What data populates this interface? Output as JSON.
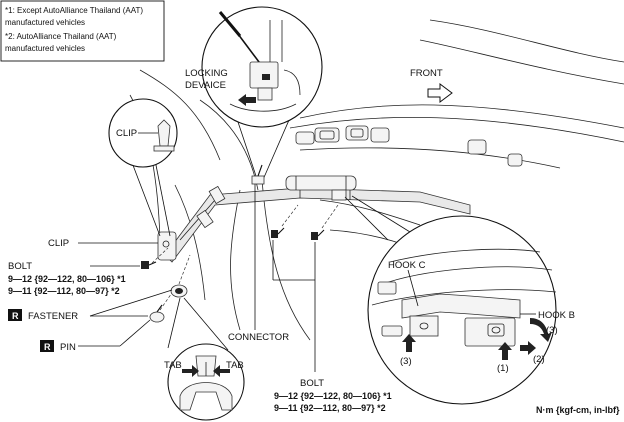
{
  "notes": {
    "line1": "*1: Except AutoAlliance Thailand (AAT)",
    "line2": "manufactured vehicles",
    "line3": "*2: AutoAlliance Thailand (AAT)",
    "line4": "manufactured vehicles"
  },
  "labels": {
    "locking_device_1": "LOCKING",
    "locking_device_2": "DEVAICE",
    "front": "FRONT",
    "clip_top": "CLIP",
    "clip_left": "CLIP",
    "bolt_left": "BOLT",
    "bolt_left_torque1": "9—12 {92—122, 80—106} *1",
    "bolt_left_torque2": "9—11 {92—112, 80—97} *2",
    "fastener": "FASTENER",
    "pin": "PIN",
    "r_badge": "R",
    "connector": "CONNECTOR",
    "tab_left": "TAB",
    "tab_right": "TAB",
    "bolt_bottom": "BOLT",
    "bolt_bottom_torque1": "9—12 {92—122, 80—106} *1",
    "bolt_bottom_torque2": "9—11 {92—112, 80—97} *2",
    "hook_c": "HOOK C",
    "hook_b": "HOOK B",
    "step1": "(1)",
    "step2": "(2)",
    "step3_left": "(3)",
    "step3_right": "(3)",
    "units": "N·m {kgf-cm, in-lbf}"
  },
  "icons": {
    "front_arrow": "outline-right-arrow-icon",
    "pull_arrow": "solid-left-arrow-icon",
    "push_arrow": "solid-up-arrow-icon"
  }
}
